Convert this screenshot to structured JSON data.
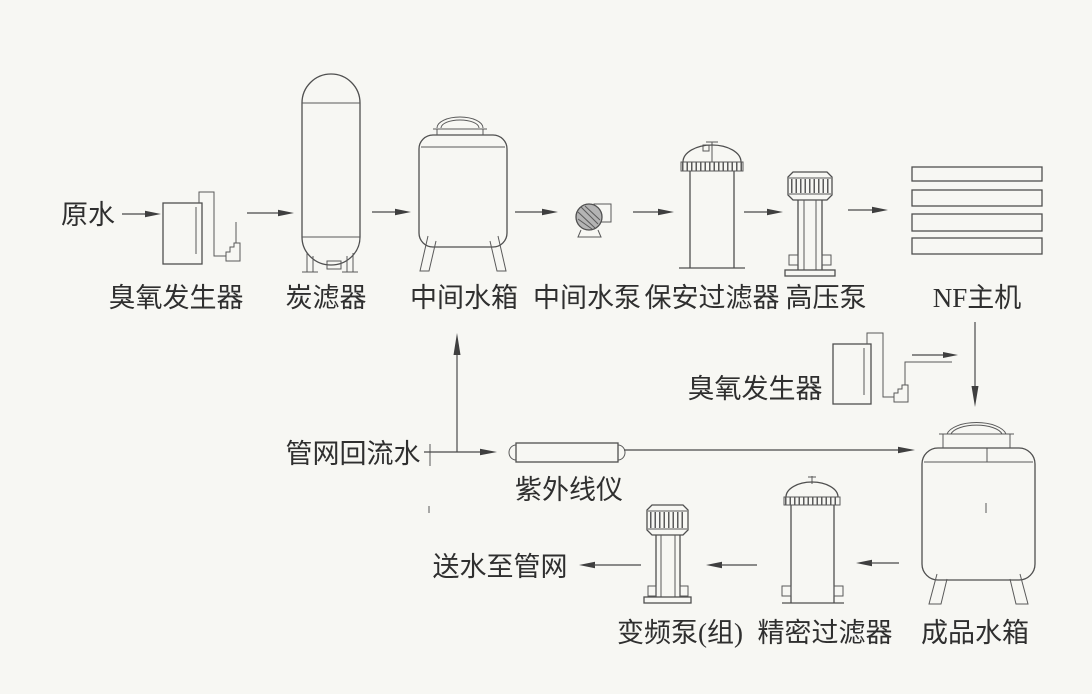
{
  "diagram": {
    "type": "water-treatment-process-flow",
    "colors": {
      "background": "#f7f7f3",
      "line": "#4f4f4f",
      "text": "#2f2f2f"
    },
    "nodes": {
      "raw_water": "原水",
      "ozone_generator_top": "臭氧发生器",
      "carbon_filter": "炭滤器",
      "intermediate_tank": "中间水箱",
      "intermediate_pump": "中间水泵",
      "security_filter": "保安过滤器",
      "high_pressure_pump": "高压泵",
      "nf_unit": "NF主机",
      "ozone_generator_mid": "臭氧发生器",
      "network_return_water": "管网回流水",
      "uv_instrument": "紫外线仪",
      "water_to_network": "送水至管网",
      "vfd_pump_group": "变频泵(组)",
      "precision_filter": "精密过滤器",
      "product_tank": "成品水箱"
    }
  }
}
